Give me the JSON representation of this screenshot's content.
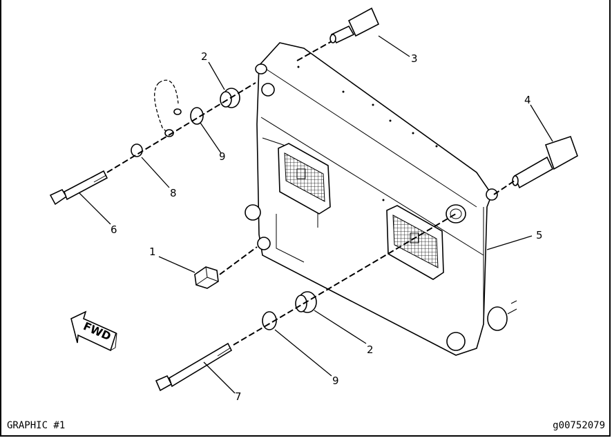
{
  "callouts": {
    "c1": "1",
    "c2a": "2",
    "c2b": "2",
    "c3": "3",
    "c4": "4",
    "c5": "5",
    "c6": "6",
    "c7": "7",
    "c8": "8",
    "c9a": "9",
    "c9b": "9"
  },
  "fwd_label": "FWD",
  "footer": {
    "graphic_label": "GRAPHIC #1",
    "graphic_id": "g00752079"
  }
}
